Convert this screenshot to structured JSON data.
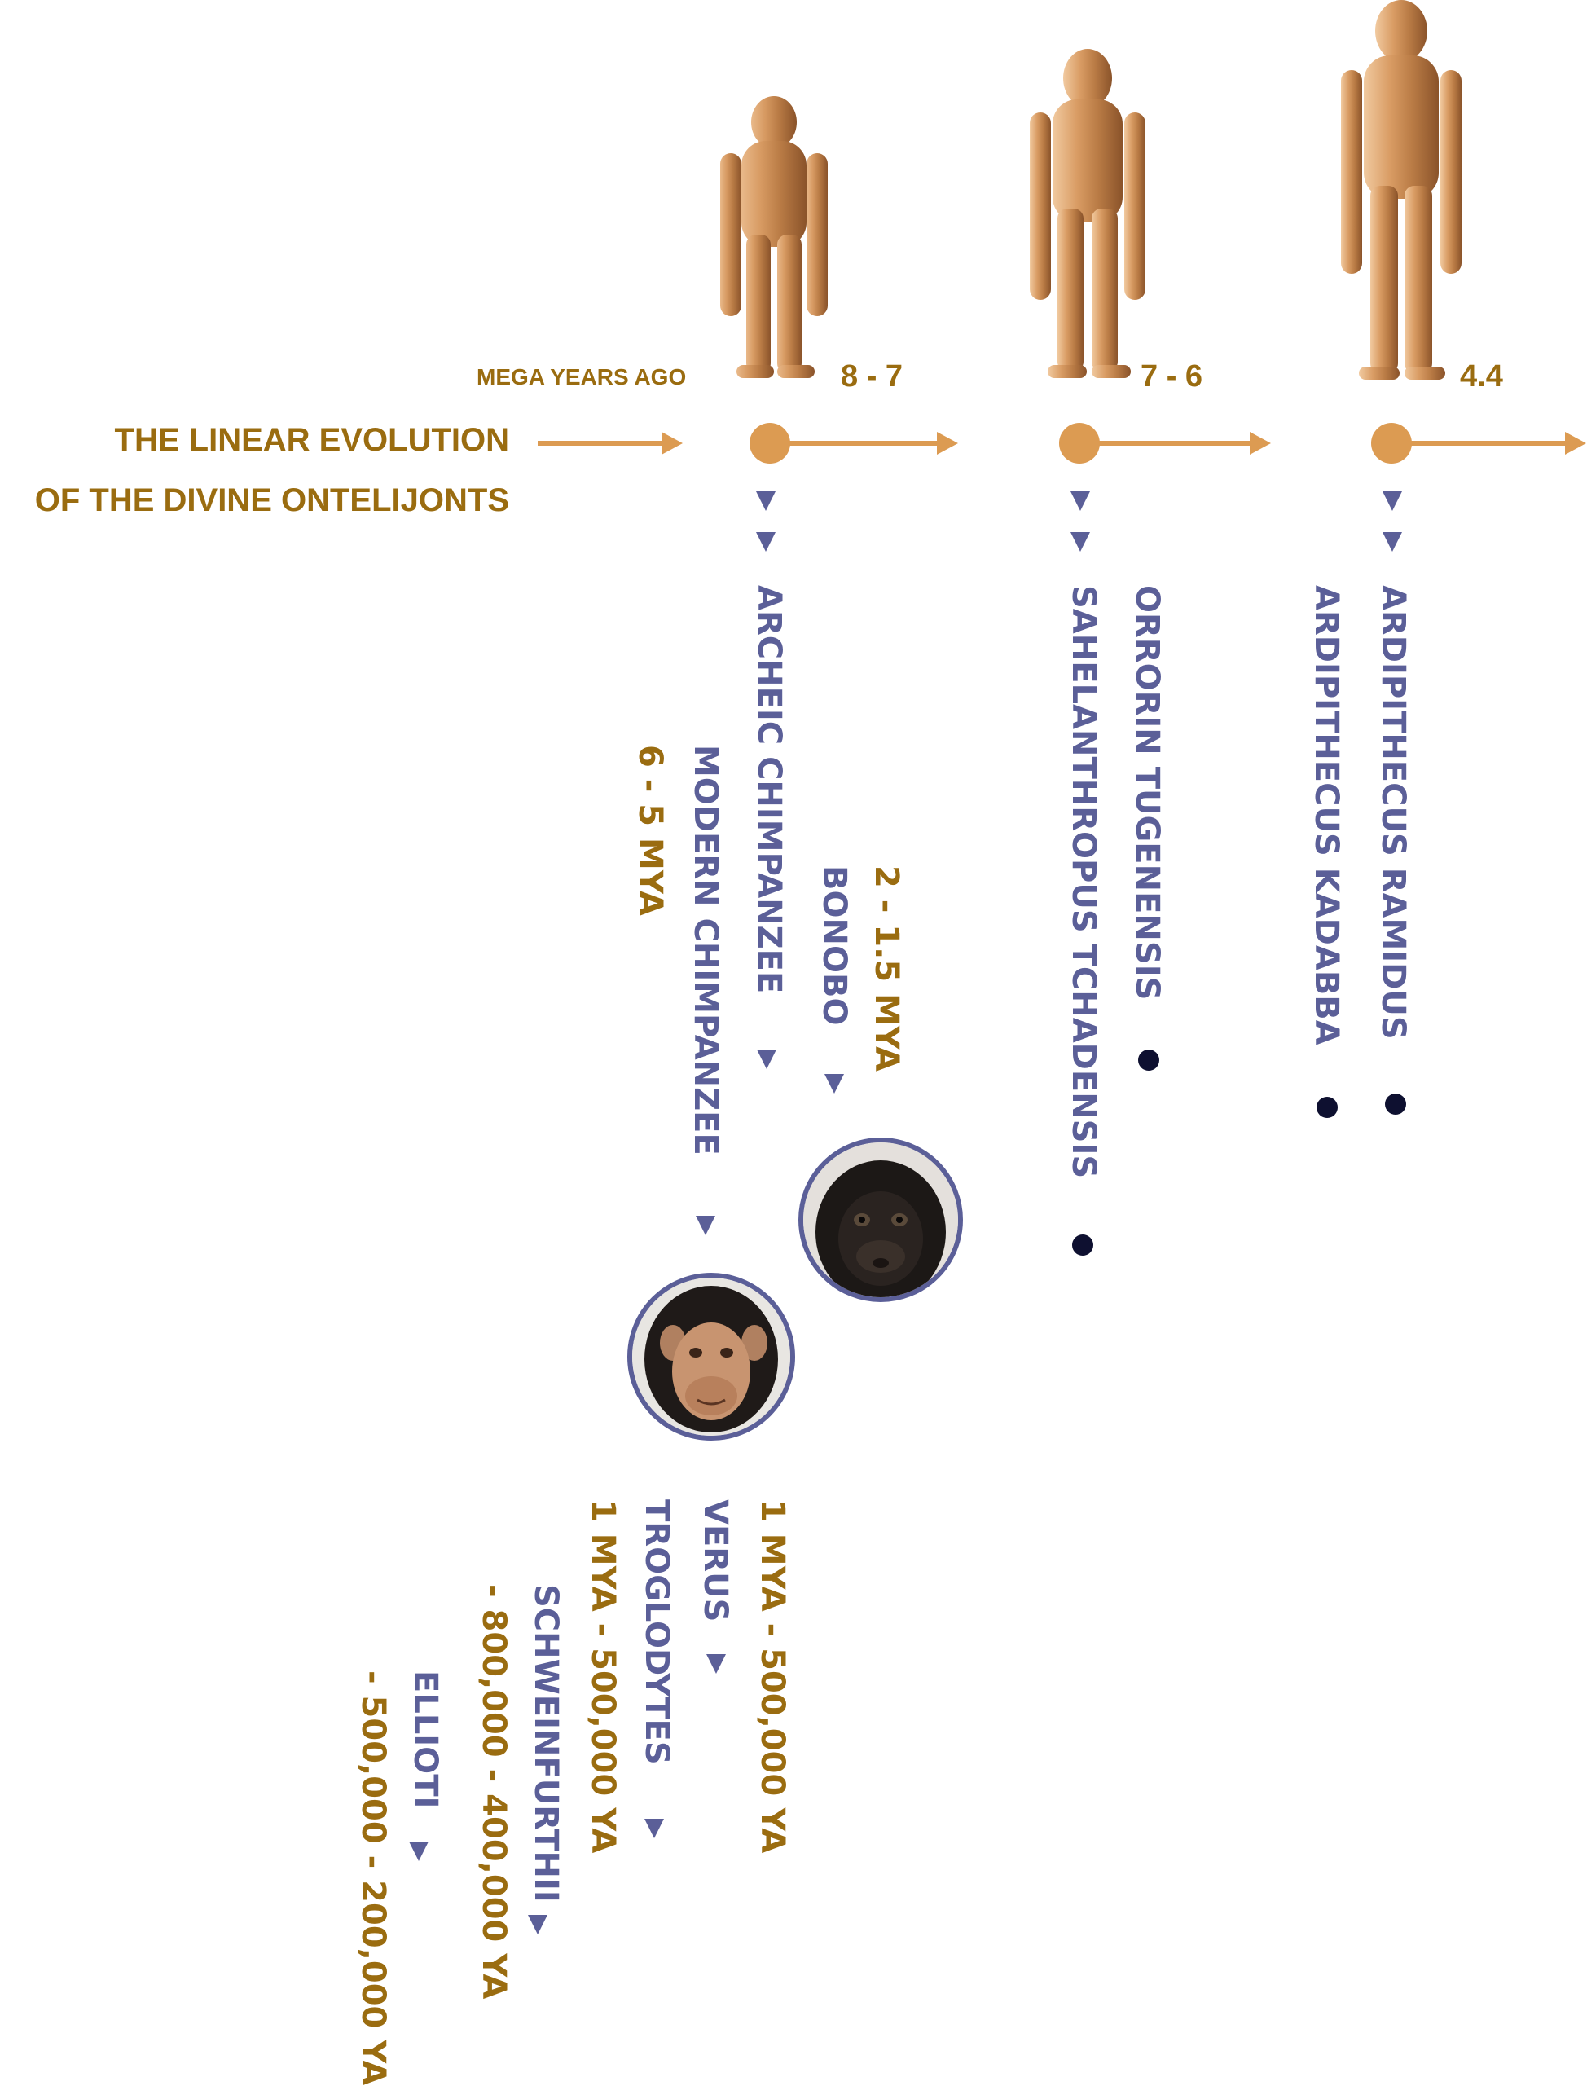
{
  "header": {
    "units_label": "MEGA YEARS AGO",
    "title_line1": "THE LINEAR EVOLUTION",
    "title_line2": "OF THE DIVINE ONTELIJONTS"
  },
  "eras": [
    {
      "label": "8 - 7"
    },
    {
      "label": "7 - 6"
    },
    {
      "label": "4.4"
    }
  ],
  "species": {
    "archeic_chimpanzee": "ARCHEIC CHIMPANZEE",
    "bonobo": "BONOBO",
    "bonobo_date": "2 - 1.5 MYA",
    "modern_chimpanzee": "MODERN CHIMPANZEE",
    "modern_chimpanzee_date": "6 - 5 MYA",
    "orrorin": "ORRORIN TUGENENSIS",
    "sahelanthropus": "SAHELANTHROPUS TCHADENSIS",
    "ardipithecus_kadabba": "ARDIPITHECUS KADABBA",
    "ardipithecus_ramidus": "ARDIPITHECUS RAMIDUS",
    "verus": "VERUS",
    "verus_date": "1 MYA - 500,000 YA",
    "troglodytes": "TROGLODYTES",
    "troglodytes_date": "1 MYA - 500,000 YA",
    "schweinfurthii": "SCHWEINFURTHII",
    "schweinfurthii_date": "- 800,000 - 400,000 YA",
    "ellioti": "ELLIOTI",
    "ellioti_date": "- 500,000 - 200,000 YA"
  },
  "colors": {
    "gold": "#9a6c10",
    "purple": "#5b5f98",
    "orange": "#dc9b52"
  }
}
